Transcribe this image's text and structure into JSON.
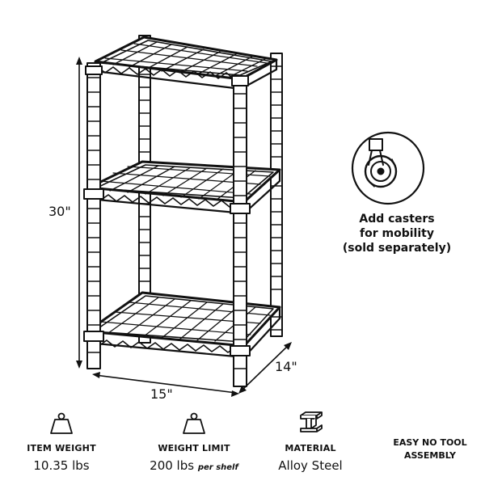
{
  "dimensions": {
    "height": "30\"",
    "width": "15\"",
    "depth": "14\""
  },
  "caster_note": {
    "line1": "Add casters",
    "line2": "for mobility",
    "line3": "(sold separately)"
  },
  "specs": [
    {
      "icon": "weight-icon",
      "label": "ITEM WEIGHT",
      "value": "10.35 lbs",
      "suffix": ""
    },
    {
      "icon": "weight-icon",
      "label": "WEIGHT LIMIT",
      "value": "200 lbs",
      "suffix": "per shelf"
    },
    {
      "icon": "steel-beam-icon",
      "label": "MATERIAL",
      "value": "Alloy Steel",
      "suffix": ""
    }
  ],
  "assembly": {
    "line1": "EASY NO TOOL",
    "line2": "ASSEMBLY"
  }
}
